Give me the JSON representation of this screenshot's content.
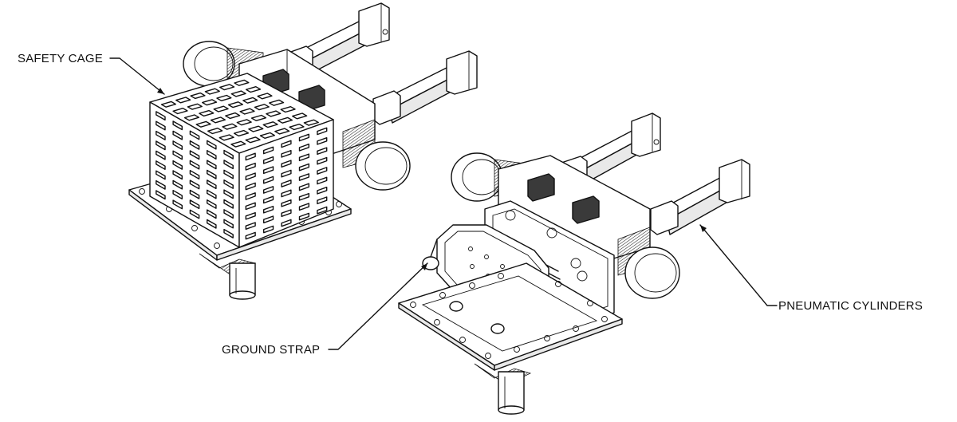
{
  "labels": {
    "safety_cage": "SAFETY CAGE",
    "ground_strap": "GROUND STRAP",
    "pneumatic_cylinders": "PNEUMATIC CYLINDERS"
  },
  "colors": {
    "line": "#111111",
    "background": "#ffffff"
  }
}
